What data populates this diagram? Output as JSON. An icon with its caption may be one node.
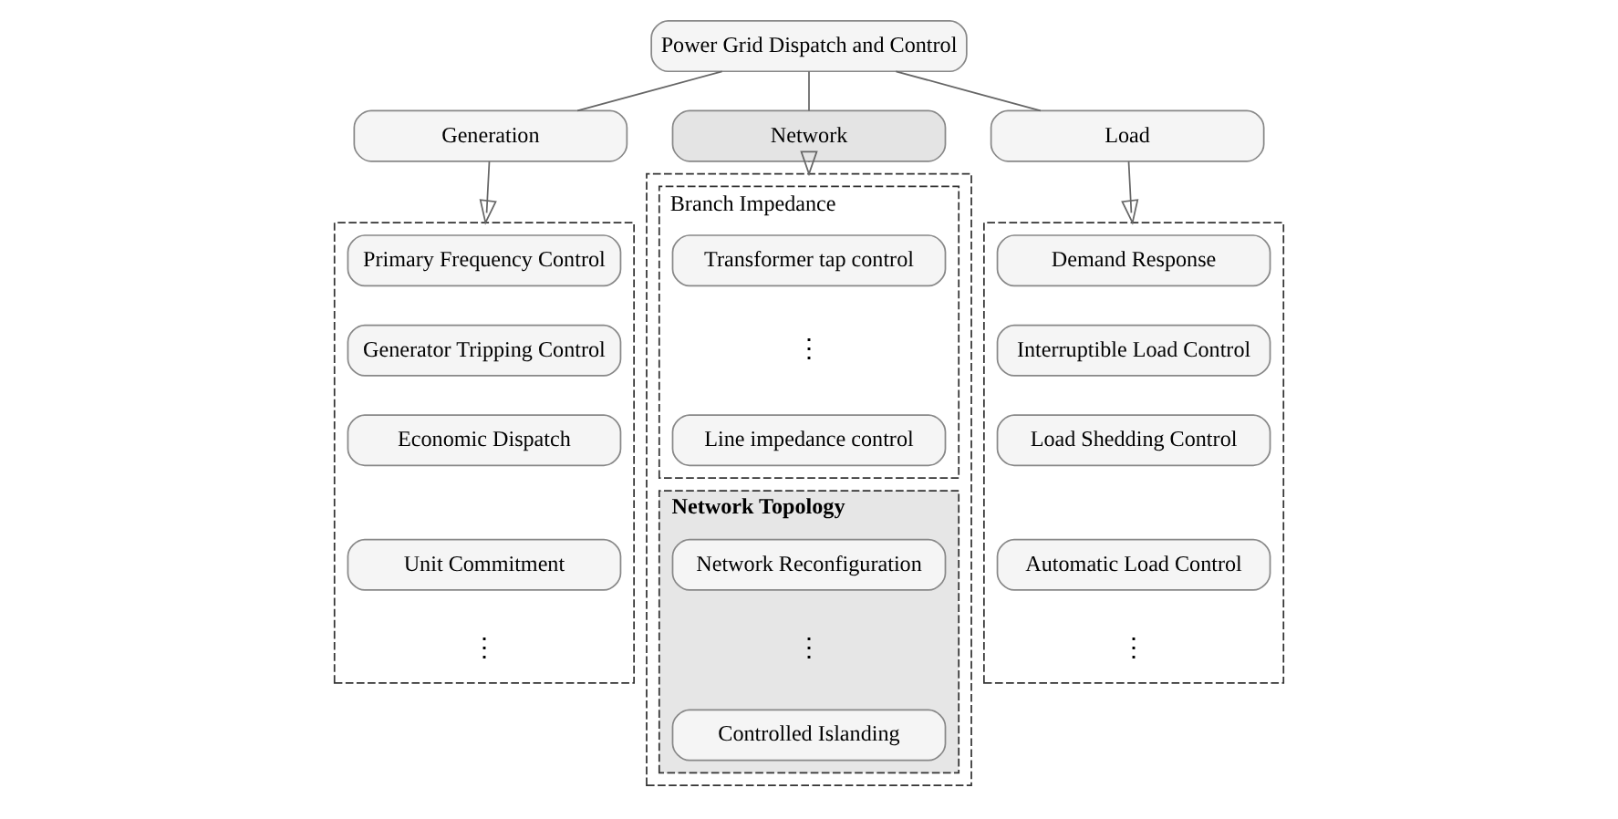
{
  "diagram": {
    "nodes": [
      {
        "text": [
          "Power Grid Dispatch and Control"
        ]
      },
      {
        "text": [
          "Generation"
        ]
      },
      {
        "text": [
          "Network"
        ]
      },
      {
        "text": [
          "Load"
        ]
      },
      {
        "text": [],
        "shape": "box"
      },
      {
        "text": [
          "Primary Frequency Control"
        ],
        "in": 4
      },
      {
        "text": [
          "Generator Tripping Control"
        ],
        "in": 4
      },
      {
        "text": [
          "Economic Dispatch"
        ],
        "in": 4
      },
      {
        "text": [
          "Unit Commitment"
        ],
        "in": 4
      },
      {
        "text": [],
        "shape": "box"
      },
      {
        "text": [
          "Branch Impedance"
        ],
        "in": 9
      },
      {
        "text": [
          "Transformer tap control"
        ],
        "in": 10
      },
      {
        "text": [
          "Line impedance control"
        ],
        "in": 10
      },
      {
        "text": [
          "Network Topology"
        ],
        "in": 9
      },
      {
        "text": [
          "Network Reconfiguration"
        ],
        "in": 13
      },
      {
        "text": [
          "Controlled Islanding"
        ],
        "in": 13
      },
      {
        "text": [],
        "shape": "box"
      },
      {
        "text": [
          "Demand Response"
        ],
        "in": 16
      },
      {
        "text": [
          "Interruptible Load Control"
        ],
        "in": 16
      },
      {
        "text": [
          "Load Shedding Control"
        ],
        "in": 16
      },
      {
        "text": [
          "Automatic Load Control"
        ],
        "in": 16
      }
    ],
    "edges": [
      {
        "from": 0,
        "to": 1,
        "arrow": "none"
      },
      {
        "from": 0,
        "to": 2,
        "arrow": "none"
      },
      {
        "from": 0,
        "to": 3,
        "arrow": "none"
      },
      {
        "from": 1,
        "to": 4,
        "arrow": "to"
      },
      {
        "from": 2,
        "to": 9,
        "arrow": "to"
      },
      {
        "from": 3,
        "to": 16,
        "arrow": "to"
      }
    ],
    "labels": [
      "⋮",
      "⋮",
      "⋮",
      "⋮"
    ]
  }
}
